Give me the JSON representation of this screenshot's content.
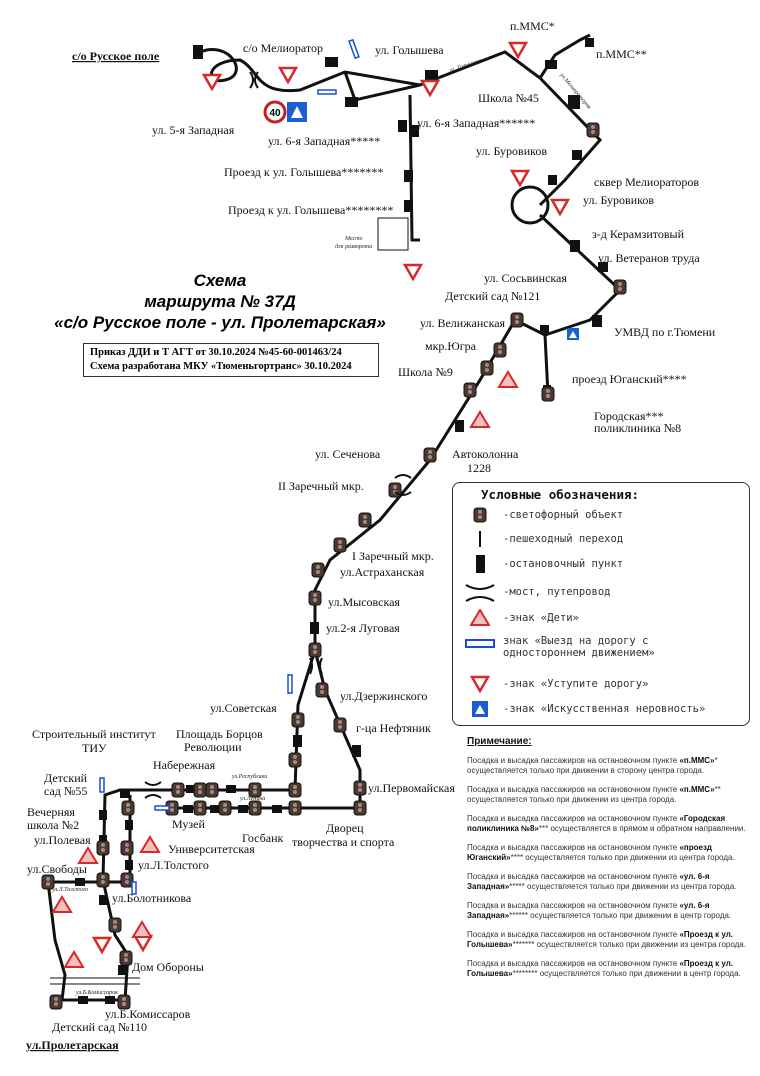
{
  "title": {
    "line1": "Схема",
    "line2": "маршрута № 37Д",
    "line3": "«с/о Русское поле - ул. Пролетарская»"
  },
  "order": {
    "line1": "Приказ ДДИ и Т АГТ от 30.10.2024 №45-60-001463/24",
    "line2": "Схема разработана МКУ «Тюменьгортранс» 30.10.2024"
  },
  "stops": {
    "russkoe_pole": "с/о Русское поле",
    "meliorator": "с/о Мелиоратор",
    "golysheva": "ул. Голышева",
    "mms1": "п.ММС*",
    "mms2": "п.ММС**",
    "west5": "ул. 5-я Западная",
    "west6a": "ул. 6-я Западная*****",
    "west6b": "ул. 6-я Западная******",
    "school45": "Школа №45",
    "proezd7": "Проезд к ул. Голышева*******",
    "proezd8": "Проезд к ул. Голышева********",
    "burovikov1": "ул. Буровиков",
    "skver": "сквер Мелиораторов",
    "burovikov2": "ул. Буровиков",
    "keramzit": "з-д Керамзитовый",
    "veteranov": "ул. Ветеранов труда",
    "sosvinskaya": "ул. Сосьвинская",
    "kindergarten121": "Детский сад №121",
    "velizhanskaya": "ул. Велижанская",
    "umvd": "УМВД по г.Тюмени",
    "yugra": "мкр.Югра",
    "school9": "Школа №9",
    "yuganskiy": "проезд Юганский****",
    "polyclinic1": "Городская***",
    "polyclinic2": "поликлиника №8",
    "sechenova": "ул. Сеченова",
    "autocol1": "Автоколонна",
    "autocol2": "1228",
    "zarechny2": "II Заречный мкр.",
    "zarechny1": "I Заречный мкр.",
    "astrakhanskaya": "ул.Астраханская",
    "mysovskaya": "ул.Мысовская",
    "lugovaya": "ул.2-я Луговая",
    "sovetskaya": "ул.Советская",
    "dzerzhinskogo": "ул.Дзержинского",
    "neftyanik": "г-ца Нефтяник",
    "pervomayskaya": "ул.Первомайская",
    "tiu1": "Строительный институт",
    "tiu2": "ТИУ",
    "ploshchad1": "Площадь Борцов",
    "ploshchad2": "Революции",
    "naberezhnaya": "Набережная",
    "ds55a": "Детский",
    "ds55b": "сад №55",
    "school2a": "Вечерняя",
    "school2b": "школа №2",
    "polevaya": "ул.Полевая",
    "muzey": "Музей",
    "universitetskaya": "Университетская",
    "gosbank": "Госбанк",
    "dvorets1": "Дворец",
    "dvorets2": "творчества и спорта",
    "tolstogo": "ул.Л.Толстого",
    "svobody": "ул.Свободы",
    "bolotnikova": "ул.Болотникова",
    "dom_oborony": "Дом Обороны",
    "komissarov": "ул.Б.Комиссаров",
    "ds110": "Детский сад №110",
    "proletarskaya": "ул.Пролетарская"
  },
  "streets": {
    "golysheva": "ул. Голышева",
    "meliorator": "ул.Мелиораторов",
    "respubliki": "ул.Республики",
    "lenina": "ул.Ленина",
    "razvorot1": "Место",
    "razvorot2": "для разворота",
    "bkomissarov": "ул.Б.Комиссаров",
    "ltolstogo": "ул.Л.Толстого",
    "speed": "40"
  },
  "legend": {
    "title": "Условные обозначения:",
    "items": [
      "-светофорный объект",
      "-пешеходный переход",
      "-остановочный пункт",
      "-мост, путепровод",
      "-знак «Дети»",
      "знак «Выезд на дорогу с",
      "одностороннем движением»",
      "-знак «Уступите дорогу»",
      "-знак «Искусственная неровность»"
    ]
  },
  "notes": {
    "title": "Примечание:",
    "pre": "Посадка и высадка пассажиров на остановочном пункте ",
    "items": [
      {
        "bold": "«п.ММС»",
        "post": "* осуществляется только при движении в сторону центра города."
      },
      {
        "bold": "«п.ММС»",
        "post": "** осуществляется только при движении из центра города."
      },
      {
        "bold": "«Городская поликлиника №8»",
        "post": "*** осуществляется в прямом и обратном направлении."
      },
      {
        "bold": "«проезд Юганский»",
        "post": "**** осуществляется только при движении из центра города."
      },
      {
        "bold": "«ул. 6-я Западная»",
        "post": "***** осуществляется только при движении из центра города."
      },
      {
        "bold": "«ул. 6-я Западная»",
        "post": "****** осуществляется только при движении в центр города."
      },
      {
        "bold": "«Проезд к ул. Голышева»",
        "post": "******* осуществляется только при движении из центра города."
      },
      {
        "bold": "«Проезд к ул. Голышева»",
        "post": "******** осуществляется только при движении в центр города."
      }
    ]
  },
  "colors": {
    "route": "#111111",
    "sign_red": "#d62a2a",
    "sign_blue": "#1a5fd0"
  }
}
